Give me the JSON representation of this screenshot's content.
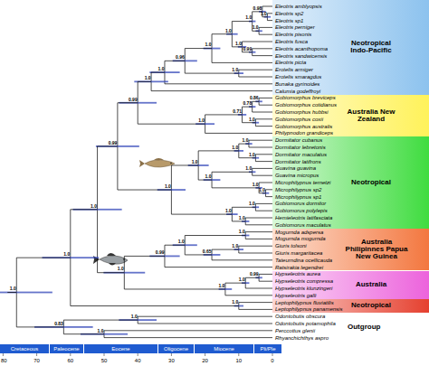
{
  "diagram": {
    "nodes": [
      {
        "text": [
          "Neotropical Indo-Pacific"
        ]
      },
      {
        "text": [
          "Australia New Zealand"
        ]
      },
      {
        "text": [
          "Neotropical"
        ]
      },
      {
        "text": [
          "Australia Philipinnes Papua New Guinea"
        ]
      },
      {
        "text": [
          "Australia"
        ]
      },
      {
        "text": [
          "Neotropical"
        ]
      },
      {
        "text": [
          "Cretaceous"
        ]
      },
      {
        "text": [
          "Paleocene"
        ]
      },
      {
        "text": [
          "Eocene"
        ]
      },
      {
        "text": [
          "Oligocene"
        ]
      },
      {
        "text": [
          "Miocene"
        ]
      },
      {
        "text": [
          "Pli/Ple"
        ]
      }
    ],
    "labels": [
      "Eleotris amblyopsis",
      "Eleotris sp2",
      "Eleotris sp1",
      "Eleotris perniger",
      "Eleotris pisonis",
      "Eleotris fusca",
      "Eleotris acanthopoma",
      "Eleotris sandwicensis",
      "Eleotris picta",
      "Erotelis armiger",
      "Erotelis smaragdus",
      "Bunaka gyrinoides",
      "Calumia godeffroyi",
      "Gobiomorphus breviceps",
      "Gobiomorphus cotidianus",
      "Gobiomorphus hubbsi",
      "Gobiomorphus coxii",
      "Gobiomorphus australis",
      "Philypnodon grandiceps",
      "Dormitator cubanus",
      "Dormitator lebretonis",
      "Dormitator maculatus",
      "Dormitator latifrons",
      "Guavina guavina",
      "Guavina micropus",
      "Microphilypnus ternetzi",
      "Microphilypnus sp2",
      "Microphilypnus sp1",
      "Gobiomorus dormitor",
      "Gobiomorus polylepis",
      "Hemieleotris latifasciata",
      "Gobiomorus maculatus",
      "Mogurnda adspersa",
      "Mogurnda mogurnda",
      "Giuris tolsoni",
      "Giuris margaritacea",
      "Tateurndina ocellicauda",
      "Ratsirakia legendrei",
      "Hypseleotris aurea",
      "Hypseleotris compressa",
      "Hypseleotris klunzingeri",
      "Hypseleotris galli",
      "Leptophilypnus fluviatilis",
      "Leptophilypnus panamensis",
      "Odontobutis obscura",
      "Odontobutis potamophila",
      "Perccottus glenii",
      "Rhyanchichthys aspro",
      "Outgroup",
      "80",
      "70",
      "60",
      "50",
      "40",
      "30",
      "20",
      "10",
      "0",
      "1.0",
      "1.0",
      "1.0",
      "0.99",
      "0.99",
      "1.0",
      "1.0",
      "0.96",
      "1.0",
      "1.0",
      "1.0",
      "0.98",
      "1.0",
      "1.0",
      "1.0",
      "0.99",
      "1.0",
      "1.0",
      "0.71",
      "0.78",
      "0.86",
      "1.0",
      "1.0",
      "1.0",
      "1.0",
      "1.0",
      "1.0",
      "1.0",
      "1.0",
      "1.0",
      "1.0",
      "1.0",
      "1.0",
      "1.0",
      "1.0",
      "0.99",
      "1.0",
      "1.0",
      "0.65",
      "1.0",
      "1.0",
      "1.0",
      "0.99",
      "1.0",
      "0.83",
      "1.0",
      "1.0"
    ]
  }
}
